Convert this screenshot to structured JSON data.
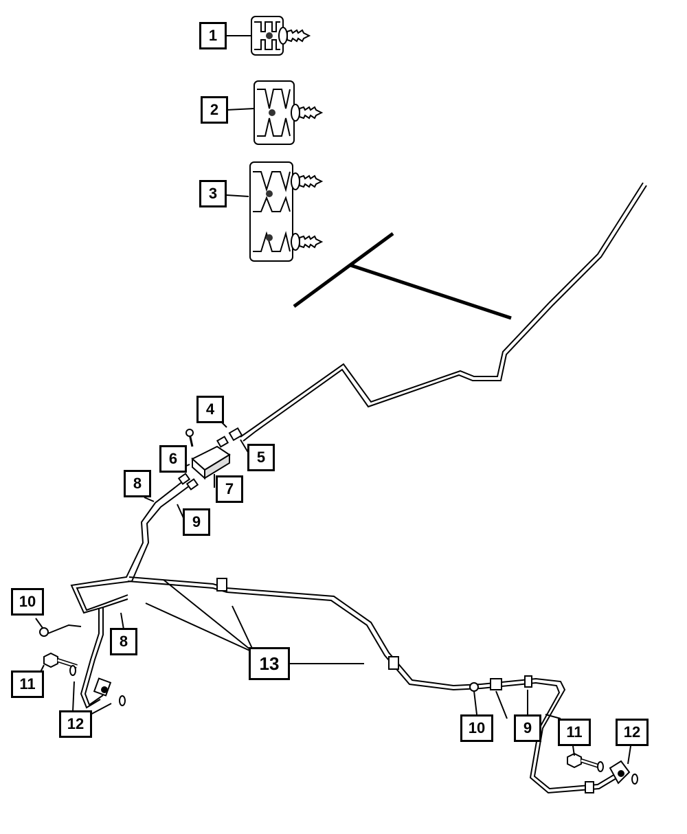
{
  "diagram": {
    "callouts": [
      {
        "id": "c1",
        "label": "1"
      },
      {
        "id": "c2",
        "label": "2"
      },
      {
        "id": "c3",
        "label": "3"
      },
      {
        "id": "c4",
        "label": "4"
      },
      {
        "id": "c5",
        "label": "5"
      },
      {
        "id": "c6",
        "label": "6"
      },
      {
        "id": "c7",
        "label": "7"
      },
      {
        "id": "c8a",
        "label": "8"
      },
      {
        "id": "c9a",
        "label": "9"
      },
      {
        "id": "c8b",
        "label": "8"
      },
      {
        "id": "c10a",
        "label": "10"
      },
      {
        "id": "c11a",
        "label": "11"
      },
      {
        "id": "c12a",
        "label": "12"
      },
      {
        "id": "c13",
        "label": "13"
      },
      {
        "id": "c10b",
        "label": "10"
      },
      {
        "id": "c9b",
        "label": "9"
      },
      {
        "id": "c11b",
        "label": "11"
      },
      {
        "id": "c12b",
        "label": "12"
      }
    ],
    "colors": {
      "line": "#000000",
      "fill": "#ffffff",
      "shade": "#4a4a4a"
    }
  }
}
